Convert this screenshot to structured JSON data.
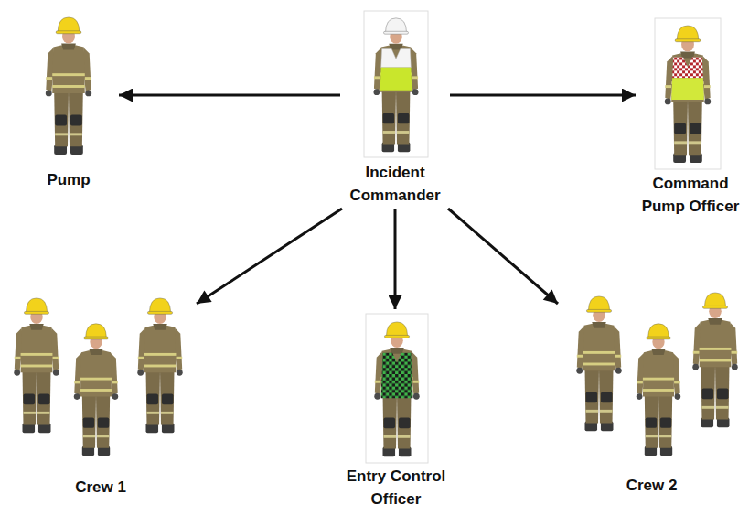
{
  "diagram": {
    "nodes": [
      {
        "text": [
          "Pump"
        ]
      },
      {
        "text": [
          "Incident Commander"
        ]
      },
      {
        "text": [
          "Command Pump Officer"
        ]
      },
      {
        "text": [
          "Crew 1"
        ]
      },
      {
        "text": [
          "Entry Control Officer"
        ]
      },
      {
        "text": [
          "Crew 2"
        ]
      }
    ],
    "edges": [
      {
        "from": 1,
        "to": 0,
        "arrow": "to"
      },
      {
        "from": 1,
        "to": 2,
        "arrow": "to"
      },
      {
        "from": 1,
        "to": 3,
        "arrow": "to"
      },
      {
        "from": 1,
        "to": 4,
        "arrow": "to"
      },
      {
        "from": 1,
        "to": 5,
        "arrow": "to"
      }
    ]
  }
}
